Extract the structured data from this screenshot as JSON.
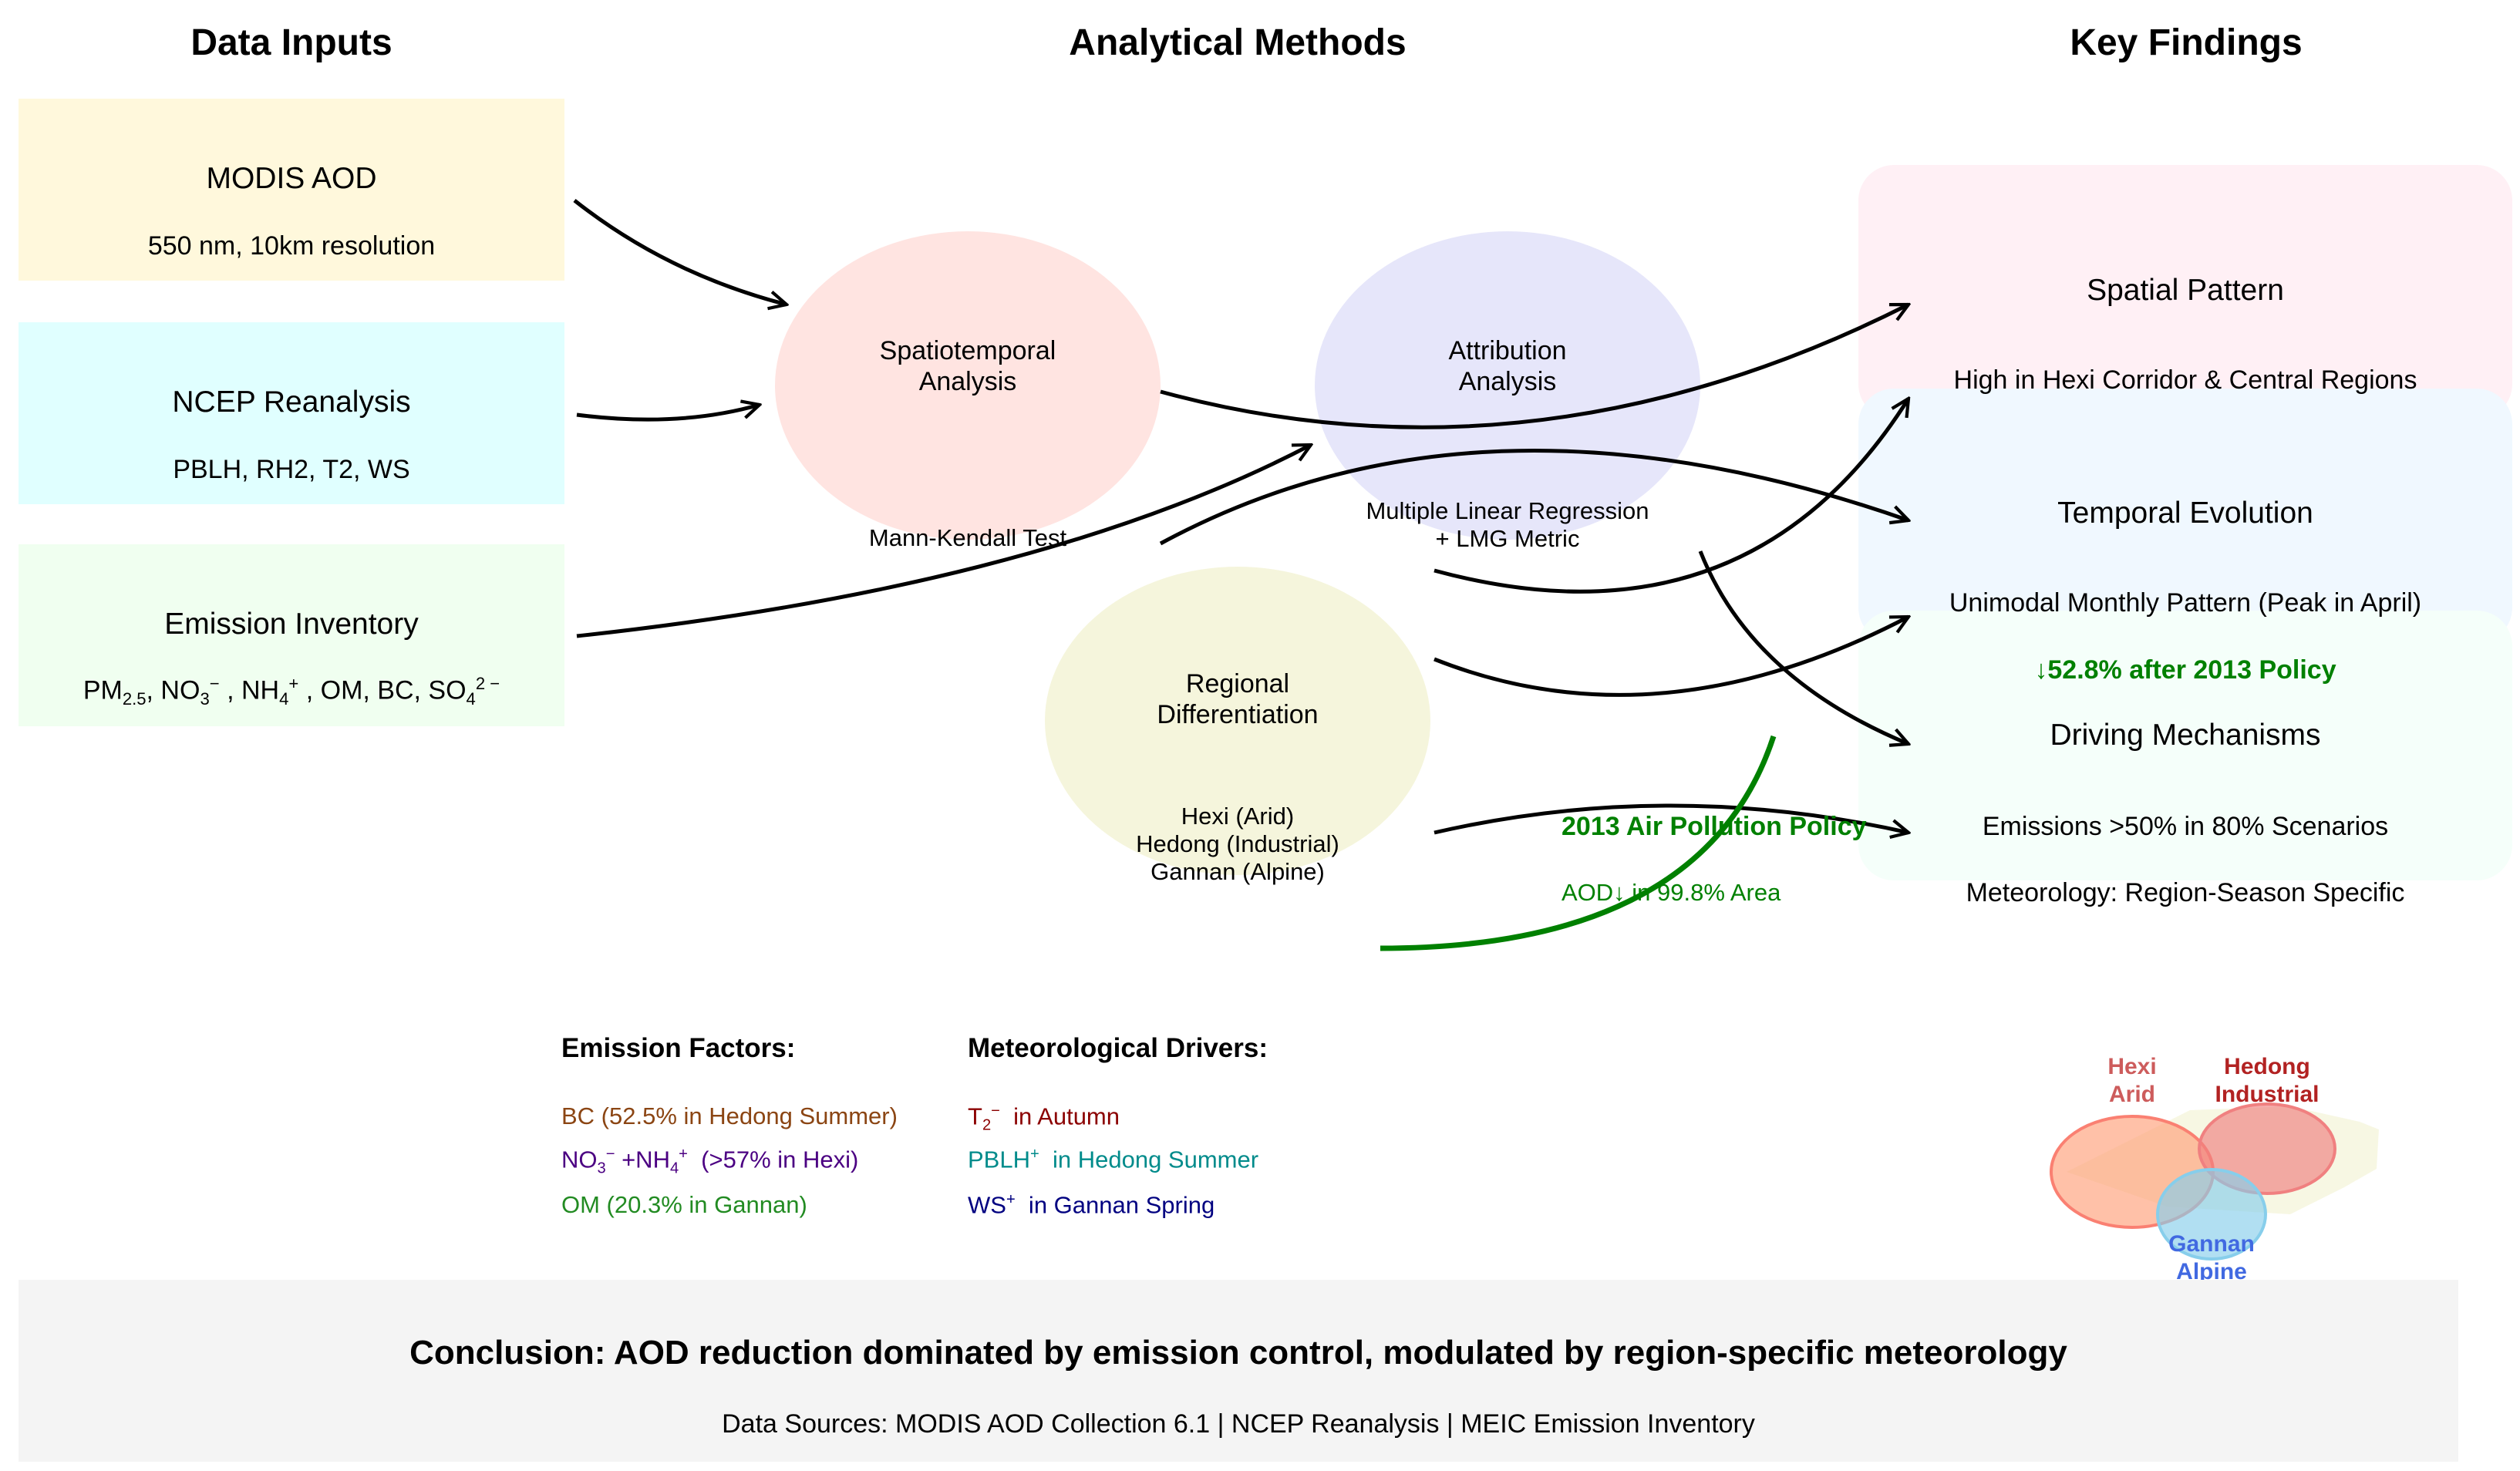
{
  "headers": {
    "inputs": "Data Inputs",
    "methods": "Analytical Methods",
    "findings": "Key Findings"
  },
  "inputs": [
    {
      "title": "MODIS AOD",
      "subtitle": "550 nm, 10km resolution",
      "color": "#fff8dc"
    },
    {
      "title": "NCEP Reanalysis",
      "subtitle": "PBLH, RH2, T2, WS",
      "color": "#e0ffff"
    },
    {
      "title": "Emission Inventory",
      "subtitle_parts": [
        "PM",
        "2.5",
        ", NO",
        "3",
        "−",
        " , NH",
        "4",
        "+",
        " , OM, BC, SO",
        "4",
        "2 −"
      ],
      "color": "#f0fff0"
    }
  ],
  "methods": [
    {
      "title": "Spatiotemporal Analysis",
      "title_lines": [
        "Spatiotemporal",
        "Analysis"
      ],
      "detail_lines": [
        "Mann-Kendall Test"
      ],
      "color": "#ffe4e1"
    },
    {
      "title": "Attribution Analysis",
      "title_lines": [
        "Attribution",
        "Analysis"
      ],
      "detail_lines": [
        "Multiple Linear Regression",
        "+ LMG Metric"
      ],
      "color": "#e6e6fa"
    },
    {
      "title": "Regional Differentiation",
      "title_lines": [
        "Regional",
        "Differentiation"
      ],
      "detail_lines": [
        "Hexi (Arid)",
        "Hedong (Industrial)",
        "Gannan (Alpine)"
      ],
      "color": "#f5f5dc"
    }
  ],
  "findings": [
    {
      "title": "Spatial Pattern",
      "detail": "High in Hexi Corridor & Central Regions",
      "color": "#fff0f5"
    },
    {
      "title": "Temporal Evolution",
      "detail": "Unimodal Monthly Pattern (Peak in April)",
      "highlight": "↓52.8% after 2013 Policy",
      "color": "#f0f8ff"
    },
    {
      "title": "Driving Mechanisms",
      "detail": "Emissions >50% in 80% Scenarios",
      "detail2": "Meteorology: Region-Season Specific",
      "color": "#f5fffa"
    }
  ],
  "policy": {
    "title": "2013 Air Pollution Policy",
    "effect": "AOD↓ in 99.8% Area",
    "color": "#008000"
  },
  "emission_factors": {
    "heading": "Emission Factors:",
    "items": [
      {
        "text": "BC (52.5% in Hedong Summer)",
        "color": "#8b4513"
      },
      {
        "parts": [
          "NO",
          "3",
          "−",
          " +NH",
          "4",
          "+",
          "  (>57% in Hexi)"
        ],
        "color": "#4b0082"
      },
      {
        "text": "OM (20.3% in Gannan)",
        "color": "#228b22"
      }
    ]
  },
  "met_drivers": {
    "heading": "Meteorological Drivers:",
    "items": [
      {
        "parts": [
          "T",
          "2",
          "−",
          "  in Autumn"
        ],
        "color": "#8b0000"
      },
      {
        "parts": [
          "PBLH",
          "+",
          "  in Hedong Summer"
        ],
        "color": "#008b8b"
      },
      {
        "parts": [
          "WS",
          "+",
          "  in Gannan Spring"
        ],
        "color": "#000080"
      }
    ]
  },
  "regions": {
    "hexi": {
      "line1": "Hexi",
      "line2": "Arid",
      "color": "#cd5c5c"
    },
    "hedong": {
      "line1": "Hedong",
      "line2": "Industrial",
      "color": "#b22222"
    },
    "gannan": {
      "line1": "Gannan",
      "line2": "Alpine",
      "color": "#4169e1"
    }
  },
  "conclusion": {
    "text": "Conclusion: AOD reduction dominated by emission control, modulated by region-specific meteorology",
    "sources": "Data Sources: MODIS AOD Collection 6.1 | NCEP Reanalysis | MEIC Emission Inventory"
  }
}
